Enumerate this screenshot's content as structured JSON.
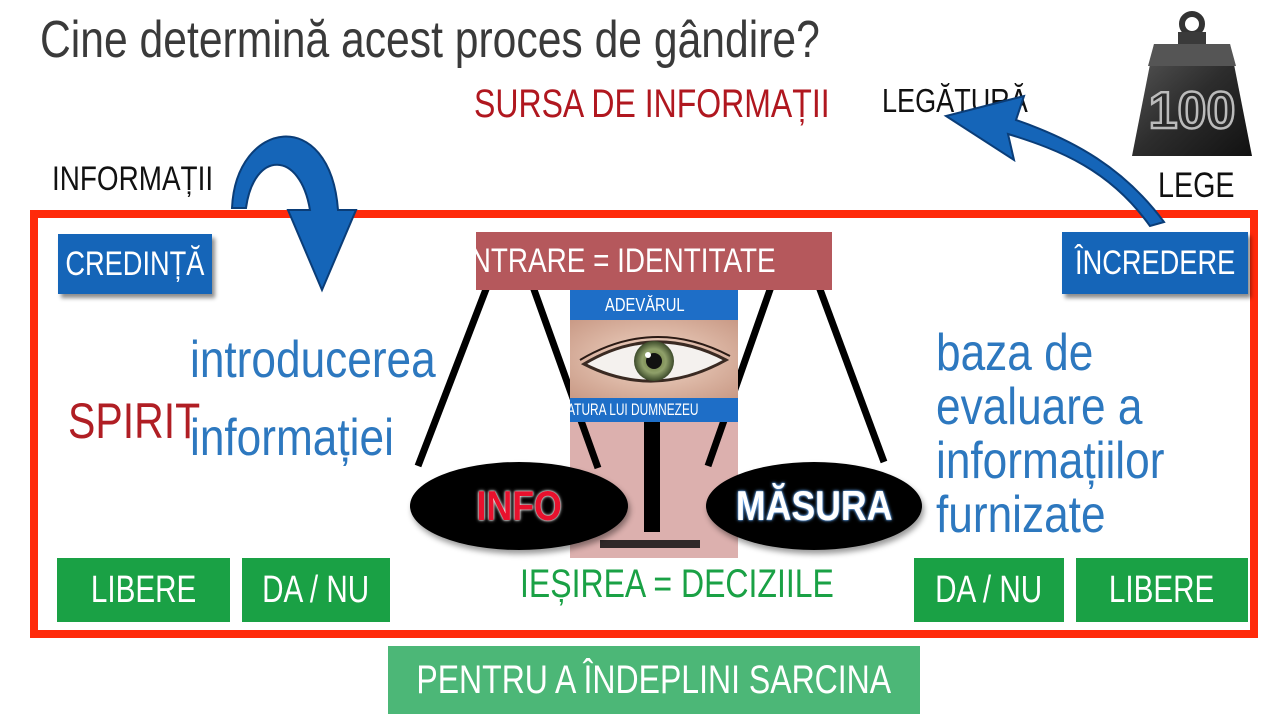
{
  "title": "Cine determină acest proces de gândire?",
  "source_label": "SURSA DE INFORMAȚII",
  "link_label": "LEGĂTURĂ",
  "info_label": "INFORMAȚII",
  "law_label": "LEGE",
  "weight_label": "100",
  "faith": "CREDINȚĂ",
  "trust": "ÎNCREDERE",
  "input": "INTRARE = IDENTITATE",
  "truth": "ADEVĂRUL",
  "creature": "CREATURA LUI DUMNEZEU",
  "left_text": {
    "line1": "introducerea",
    "line2": "informației"
  },
  "spirit": "SPIRIT",
  "right_text": {
    "line1": "baza de",
    "line2": "evaluare a",
    "line3": "informațiilor",
    "line4": "furnizate"
  },
  "info_oval": "INFO",
  "measure_oval": "MĂSURA",
  "free_left": "LIBERE",
  "yesno_left": "DA / NU",
  "output": "IEȘIREA = DECIZIILE",
  "yesno_right": "DA / NU",
  "free_right": "LIBERE",
  "task": "PENTRU A ÎNDEPLINI SARCINA",
  "colors": {
    "frame": "#ff2a0a",
    "blue": "#1565b8",
    "green": "#1aa145",
    "red_text": "#b0171f",
    "text_blue": "#2d78bf"
  }
}
